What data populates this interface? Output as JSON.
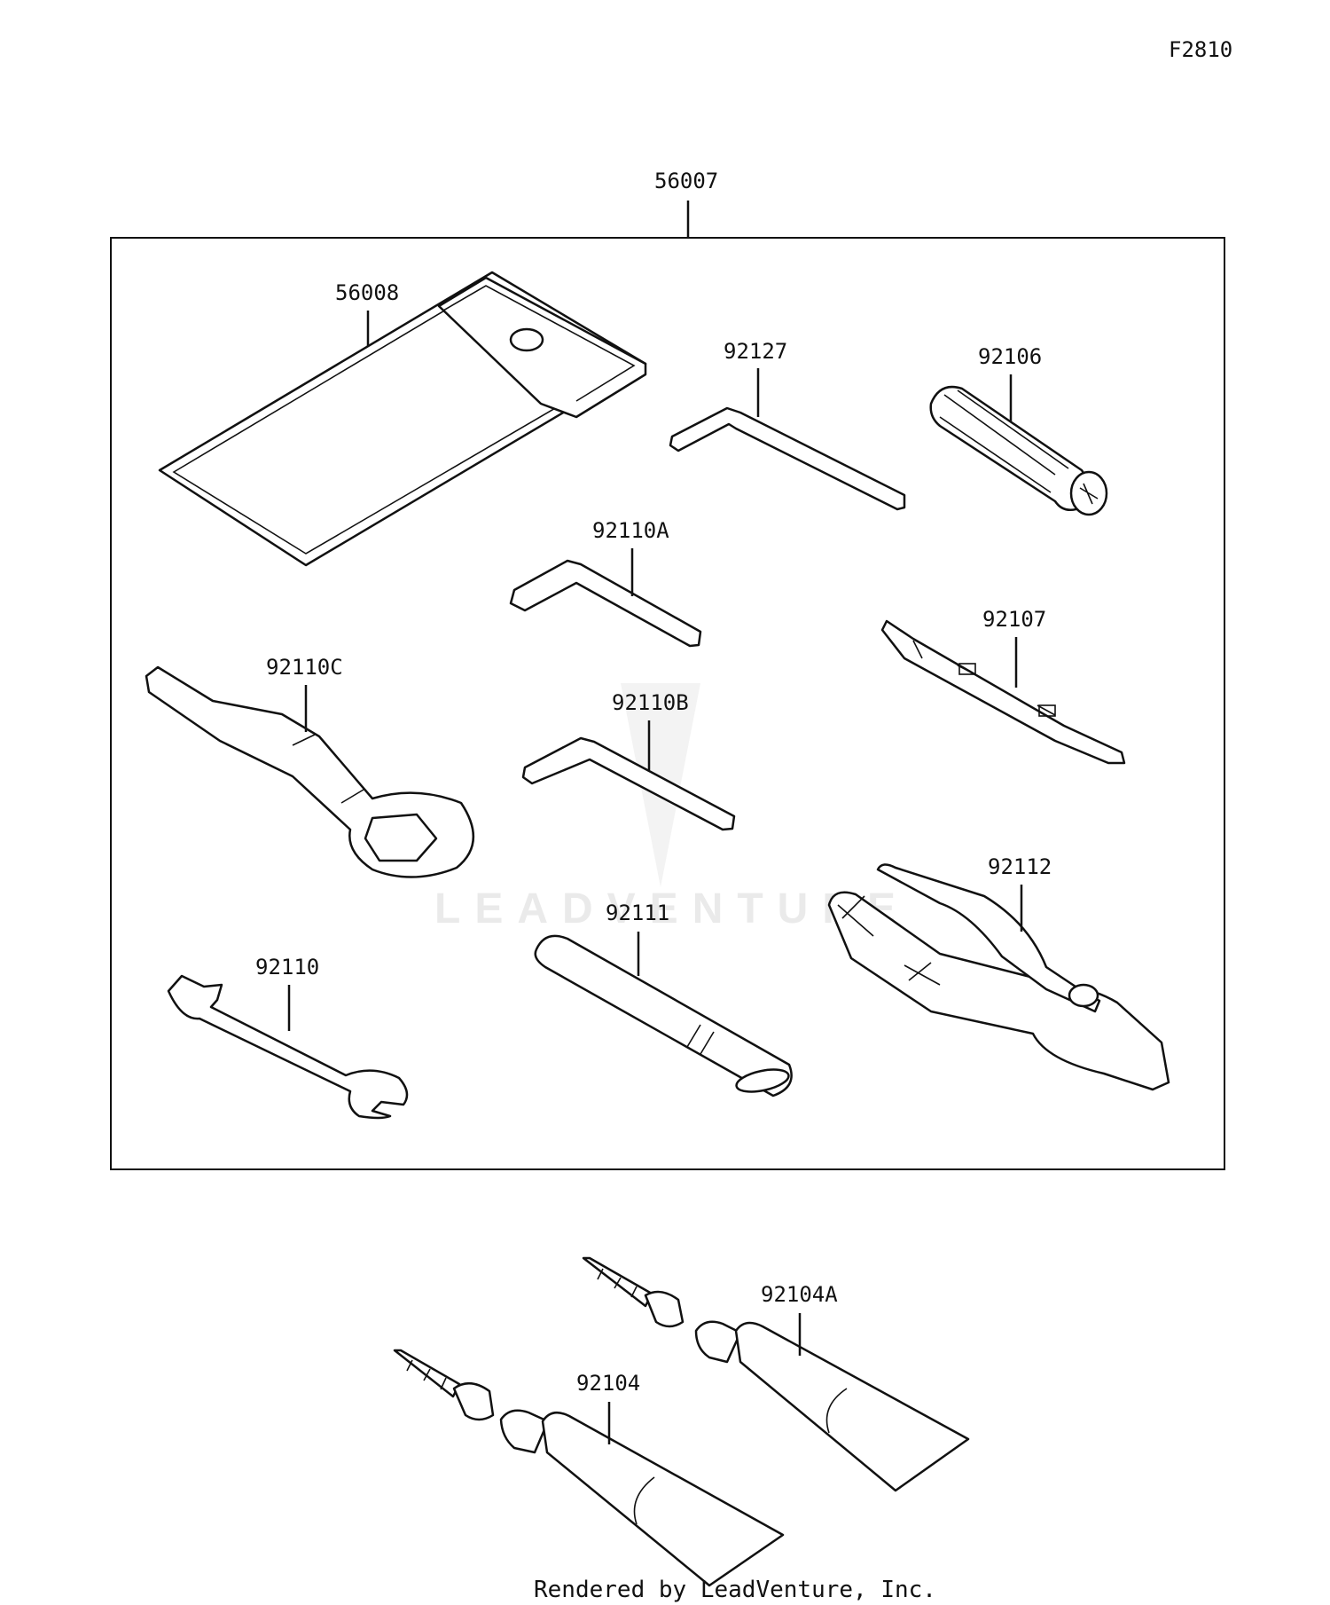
{
  "figure_code": "F2810",
  "footer": "Rendered by LeadVenture, Inc.",
  "watermark": "LEADVENTURE",
  "kit_label": "56007",
  "parts": {
    "p56008": "56008",
    "p92127": "92127",
    "p92106": "92106",
    "p92110A": "92110A",
    "p92107": "92107",
    "p92110C": "92110C",
    "p92110B": "92110B",
    "p92112": "92112",
    "p92111": "92111",
    "p92110": "92110",
    "p92104A": "92104A",
    "p92104": "92104"
  }
}
